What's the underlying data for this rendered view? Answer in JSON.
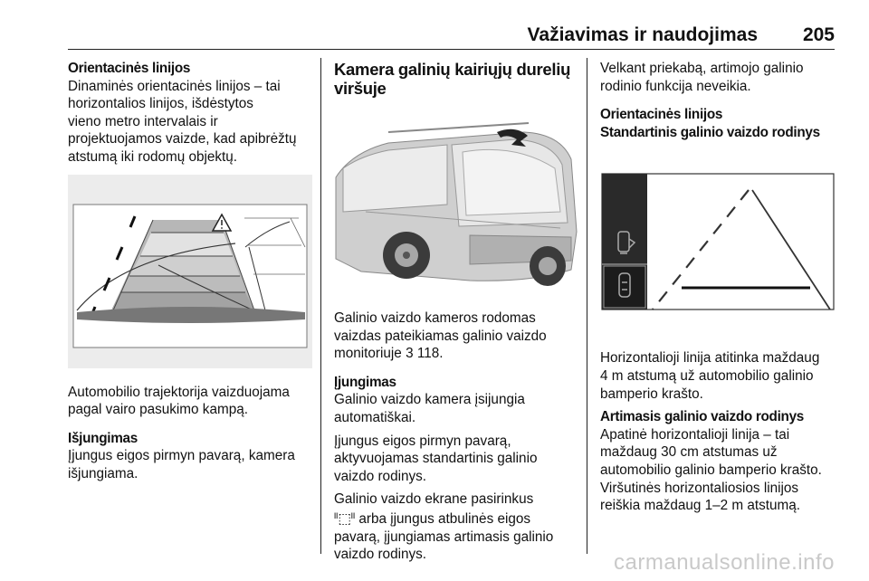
{
  "header": {
    "title": "Važiavimas ir naudojimas",
    "page": "205"
  },
  "col1": {
    "h1": "Orientacinės linijos",
    "p1": [
      "Dinaminės orientacinės linijos – tai",
      "horizontalios linijos, išdėstytos",
      "vieno metro intervalais ir",
      "projektuojamos vaizde, kad apibrėžtų",
      "atstumą iki rodomų objektų."
    ],
    "caption": [
      "Automobilio trajektorija vaizduojama",
      "pagal vairo pasukimo kampą."
    ],
    "h2": "Išjungimas",
    "p2": [
      "Įjungus eigos pirmyn pavarą, kamera",
      "išjungiama."
    ]
  },
  "col2": {
    "h1": [
      "Kamera galinių kairiųjų durelių",
      "viršuje"
    ],
    "caption": [
      "Galinio vaizdo kameros rodomas",
      "vaizdas pateikiamas galinio vaizdo"
    ],
    "caption_ref_text": "monitoriuje",
    "caption_ref_symbol": "3",
    "caption_ref_page": "118.",
    "h2": "Įjungimas",
    "p1": [
      "Galinio vaizdo kamera įsijungia",
      "automatiškai."
    ],
    "p2": [
      "Įjungus eigos pirmyn pavarą,",
      "aktyvuojamas standartinis galinio",
      "vaizdo rodinys."
    ],
    "p3_line1": "Galinio vaizdo ekrane pasirinkus",
    "p3_btn_open": "ᴵᴵ",
    "p3_btn_icon": "⬚",
    "p3_btn_close": "ᴵᴵ",
    "p3_line2_rest": "arba įjungus atbulinės eigos",
    "p3_rest": [
      "pavarą, įjungiamas artimasis galinio",
      "vaizdo rodinys."
    ]
  },
  "col3": {
    "p1": [
      "Velkant priekabą, artimojo galinio",
      "rodinio funkcija neveikia."
    ],
    "h1": "Orientacinės linijos",
    "h2": "Standartinis galinio vaizdo rodinys",
    "p2": [
      "Horizontalioji linija atitinka maždaug",
      "4 m atstumą už automobilio galinio",
      "bamperio krašto."
    ],
    "h3": "Artimasis galinio vaizdo rodinys",
    "p3": [
      "Apatinė horizontalioji linija – tai",
      "maždaug 30 cm atstumas už",
      "automobilio galinio bamperio krašto.",
      "Viršutinės horizontaliosios linijos",
      "reiškia maždaug 1–2 m atstumą."
    ]
  },
  "watermark": "carmanualsonline.info"
}
